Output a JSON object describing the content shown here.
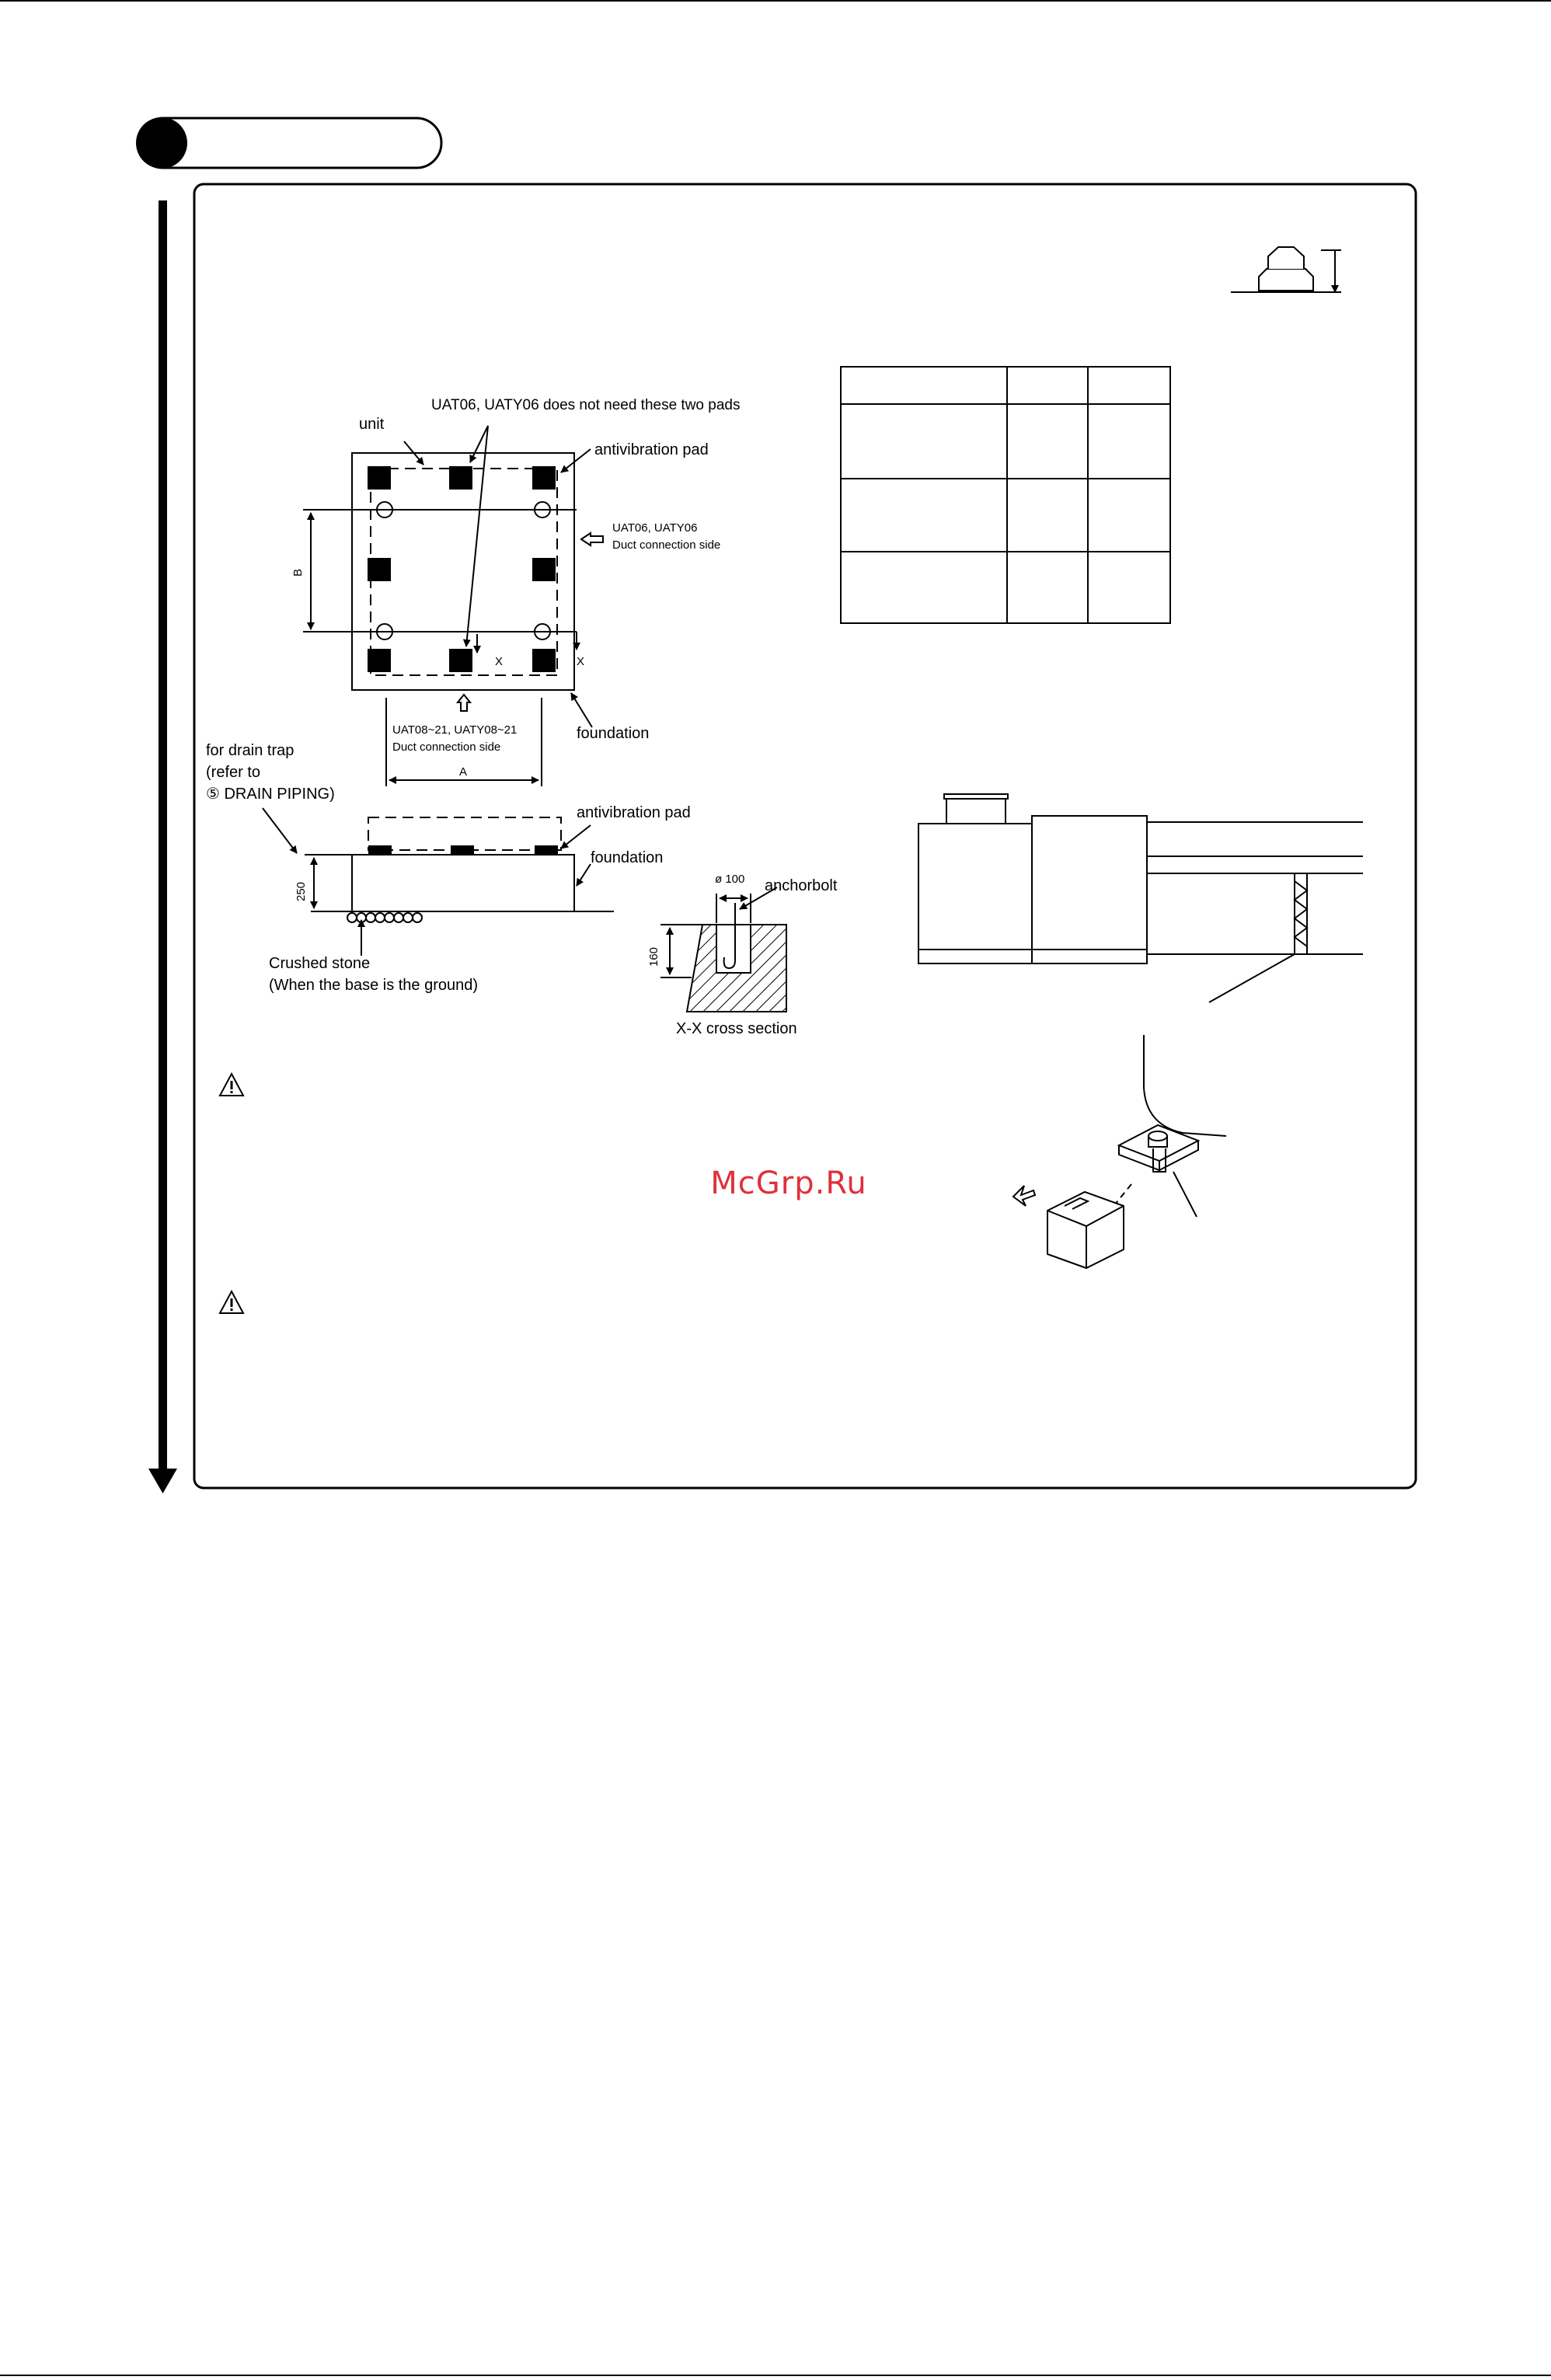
{
  "diagram_labels": {
    "pads_note": "UAT06, UATY06 does not need these two pads",
    "unit": "unit",
    "antivibration_pad": "antivibration pad",
    "dim_b": "B",
    "dim_x": "X",
    "dim_a": "A",
    "duct_side_right_1": "UAT06, UATY06",
    "duct_side_right_2": "Duct connection side",
    "duct_side_bottom_1": "UAT08~21, UATY08~21",
    "duct_side_bottom_2": "Duct connection side",
    "foundation": "foundation",
    "drain_trap_1": "for drain trap",
    "drain_trap_2": "(refer to",
    "drain_trap_3": "⑤ DRAIN PIPING)",
    "height_250": "250",
    "crushed_stone_1": "Crushed stone",
    "crushed_stone_2": "(When the base is the ground)",
    "diameter_100": "ø 100",
    "anchorbolt": "anchorbolt",
    "height_160": "160",
    "cross_section": "X-X cross section"
  },
  "watermark": "McGrp.Ru",
  "icons": {
    "step_badge": "filled-circle-icon",
    "caution_1": "warning-triangle-icon",
    "caution_2": "warning-triangle-icon",
    "flow_arrow": "arrow-down-icon"
  },
  "colors": {
    "ink": "#000000",
    "watermark": "#e0303a",
    "paper": "#ffffff"
  }
}
